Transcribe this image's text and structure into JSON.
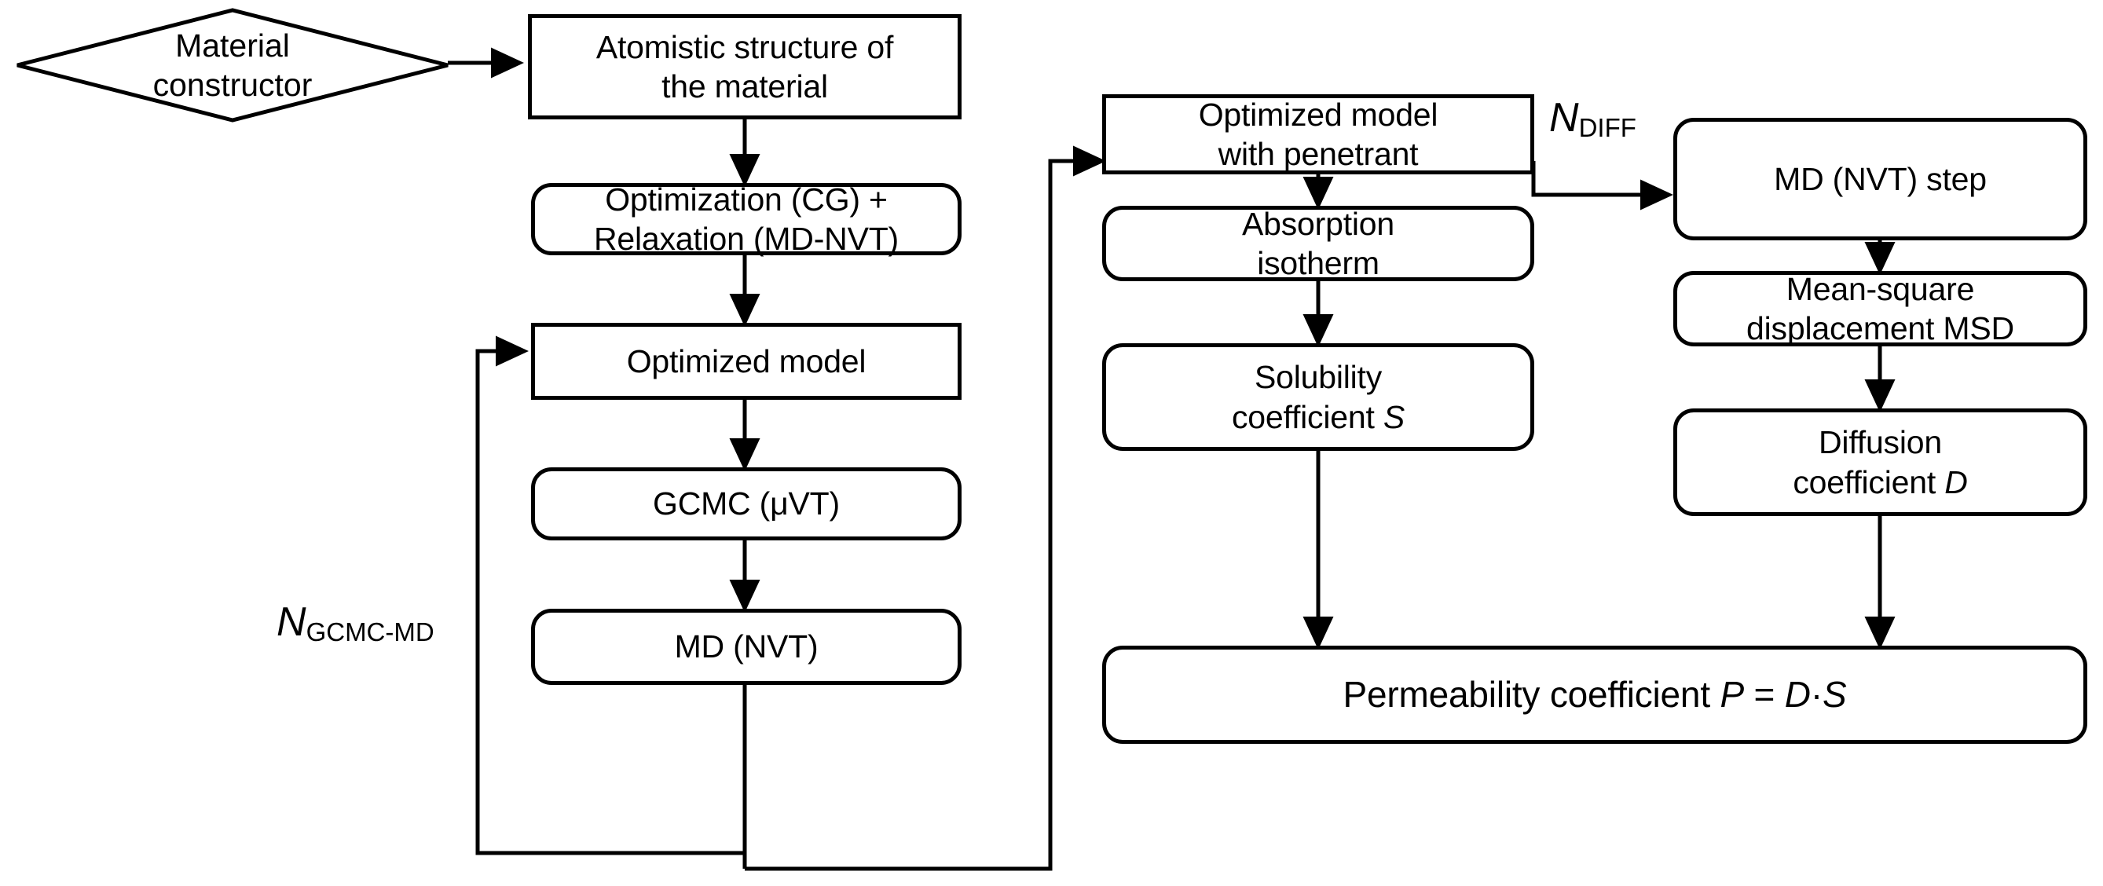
{
  "diagram": {
    "title": "Multiscale simulation workflow for permeability calculation",
    "colors": {
      "stroke": "#000000",
      "background": "#ffffff"
    }
  },
  "nodes": {
    "material_constructor": {
      "label": "Material\nconstructor",
      "shape": "diamond"
    },
    "atomistic_structure": {
      "label": "Atomistic structure of\nthe material",
      "shape": "rect"
    },
    "optimization_relaxation": {
      "label": "Optimization (CG) +\nRelaxation (MD-NVT)",
      "shape": "rounded-rect"
    },
    "optimized_model": {
      "label": "Optimized model",
      "shape": "rect"
    },
    "gcmc": {
      "label": "GCMC (μVT)",
      "shape": "rounded-rect"
    },
    "md_nvt": {
      "label": "MD (NVT)",
      "shape": "rounded-rect"
    },
    "optimized_model_penetrant": {
      "label": "Optimized model\nwith penetrant",
      "shape": "rect"
    },
    "md_nvt_step": {
      "label": "MD (NVT) step",
      "shape": "rounded-rect"
    },
    "absorption_isotherm": {
      "label": "Absorption\nisotherm",
      "shape": "rounded-rect"
    },
    "msd": {
      "label": "Mean-square\ndisplacement MSD",
      "shape": "rounded-rect"
    },
    "solubility_coefficient": {
      "label_prefix": "Solubility\ncoefficient ",
      "symbol": "S",
      "shape": "rounded-rect"
    },
    "diffusion_coefficient": {
      "label_prefix": "Diffusion\ncoefficient ",
      "symbol": "D",
      "shape": "rounded-rect"
    },
    "permeability_coefficient": {
      "label_prefix": "Permeability coefficient ",
      "symbol_p": "P",
      "equals": " = ",
      "symbol_d": "D",
      "dot": "·",
      "symbol_s": "S",
      "shape": "rounded-rect"
    }
  },
  "loop_labels": {
    "gcmc_md": {
      "base": "N",
      "subscript": "GCMC-MD"
    },
    "diff": {
      "base": "N",
      "subscript": "DIFF"
    }
  }
}
